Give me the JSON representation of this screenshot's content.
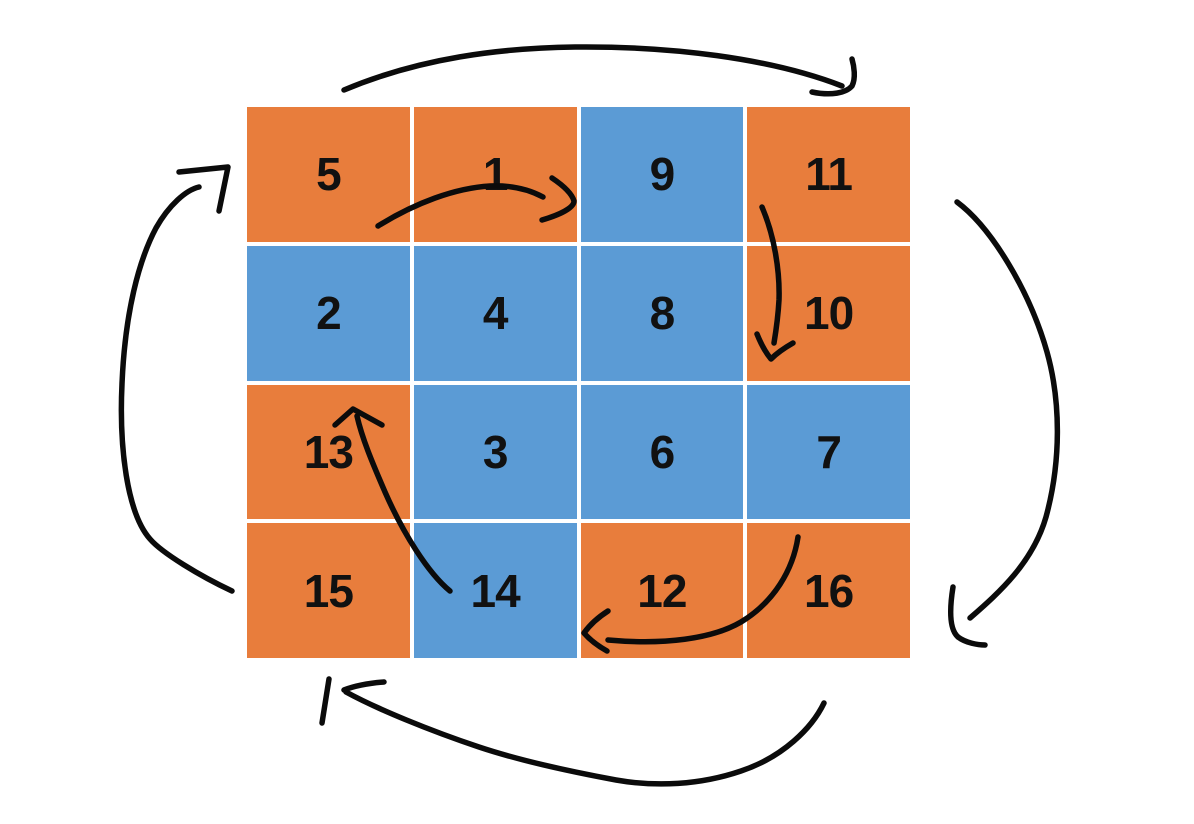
{
  "title": "4x4 numbered grid with hand-drawn cycle arrows",
  "colors": {
    "orange": "#E87D3C",
    "blue": "#5B9BD5",
    "ink": "#0b0b0b",
    "background": "#ffffff",
    "number_text": "#111111"
  },
  "grid": {
    "rows": 4,
    "cols": 4,
    "cells": [
      {
        "value": "5",
        "color": "orange"
      },
      {
        "value": "1",
        "color": "orange"
      },
      {
        "value": "9",
        "color": "blue"
      },
      {
        "value": "11",
        "color": "orange"
      },
      {
        "value": "2",
        "color": "blue"
      },
      {
        "value": "4",
        "color": "blue"
      },
      {
        "value": "8",
        "color": "blue"
      },
      {
        "value": "10",
        "color": "orange"
      },
      {
        "value": "13",
        "color": "orange"
      },
      {
        "value": "3",
        "color": "blue"
      },
      {
        "value": "6",
        "color": "blue"
      },
      {
        "value": "7",
        "color": "blue"
      },
      {
        "value": "15",
        "color": "orange"
      },
      {
        "value": "14",
        "color": "blue"
      },
      {
        "value": "12",
        "color": "orange"
      },
      {
        "value": "16",
        "color": "orange"
      }
    ]
  },
  "arrows": {
    "outer": [
      {
        "side": "top",
        "direction": "right"
      },
      {
        "side": "right",
        "direction": "down"
      },
      {
        "side": "bottom",
        "direction": "left"
      },
      {
        "side": "left",
        "direction": "up"
      }
    ],
    "inner": [
      {
        "from": "5",
        "to": "9",
        "direction": "right"
      },
      {
        "from": "11",
        "to": "10",
        "direction": "down"
      },
      {
        "from": "16",
        "to": "12",
        "direction": "left"
      },
      {
        "from": "14",
        "to": "13",
        "direction": "up"
      }
    ]
  }
}
